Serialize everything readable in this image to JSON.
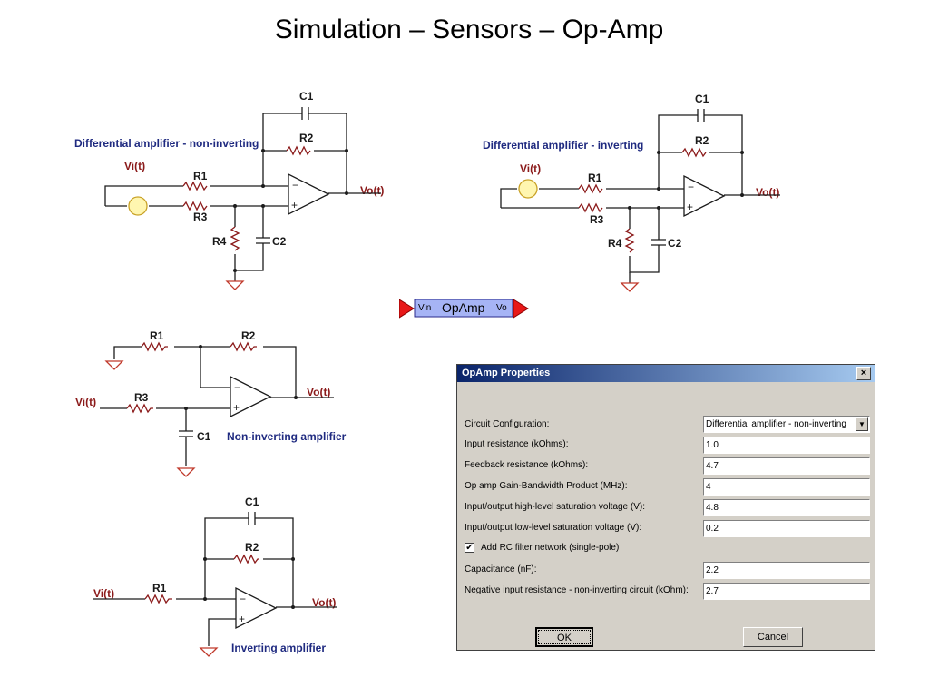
{
  "slide": {
    "title": "Simulation – Sensors – Op-Amp"
  },
  "circuits": {
    "diff_noninv": {
      "title": "Differential amplifier - non-inverting",
      "c1": "C1",
      "r2": "R2",
      "vi": "Vi(t)",
      "r1": "R1",
      "r3": "R3",
      "r4": "R4",
      "c2": "C2",
      "vo": "Vo(t)"
    },
    "diff_inv": {
      "title": "Differential amplifier - inverting",
      "c1": "C1",
      "r2": "R2",
      "vi": "Vi(t)",
      "r1": "R1",
      "r3": "R3",
      "r4": "R4",
      "c2": "C2",
      "vo": "Vo(t)"
    },
    "noninv": {
      "title": "Non-inverting amplifier",
      "r1": "R1",
      "r2": "R2",
      "vi": "Vi(t)",
      "r3": "R3",
      "c1": "C1",
      "vo": "Vo(t)"
    },
    "inv": {
      "title": "Inverting amplifier",
      "c1": "C1",
      "r2": "R2",
      "vi": "Vi(t)",
      "r1": "R1",
      "vo": "Vo(t)"
    }
  },
  "block": {
    "vin": "Vin",
    "name": "OpAmp",
    "vo": "Vo"
  },
  "dialog": {
    "title": "OpAmp  Properties",
    "close": "×",
    "circuit_config_label": "Circuit Configuration:",
    "circuit_config_value": "Differential amplifier - non-inverting",
    "input_res_label": "Input resistance (kOhms):",
    "input_res_value": "1.0",
    "feedback_res_label": "Feedback resistance (kOhms):",
    "feedback_res_value": "4.7",
    "gbw_label": "Op amp Gain-Bandwidth Product (MHz):",
    "gbw_value": "4",
    "high_sat_label": "Input/output high-level saturation voltage (V):",
    "high_sat_value": "4.8",
    "low_sat_label": "Input/output low-level saturation voltage (V):",
    "low_sat_value": "0.2",
    "rc_filter_label": "Add RC filter network (single-pole)",
    "rc_filter_checked": "✔",
    "cap_label": "Capacitance (nF):",
    "cap_value": "2.2",
    "neg_res_label": "Negative input resistance - non-inverting circuit (kOhm):",
    "neg_res_value": "2.7",
    "ok": "OK",
    "cancel": "Cancel"
  }
}
